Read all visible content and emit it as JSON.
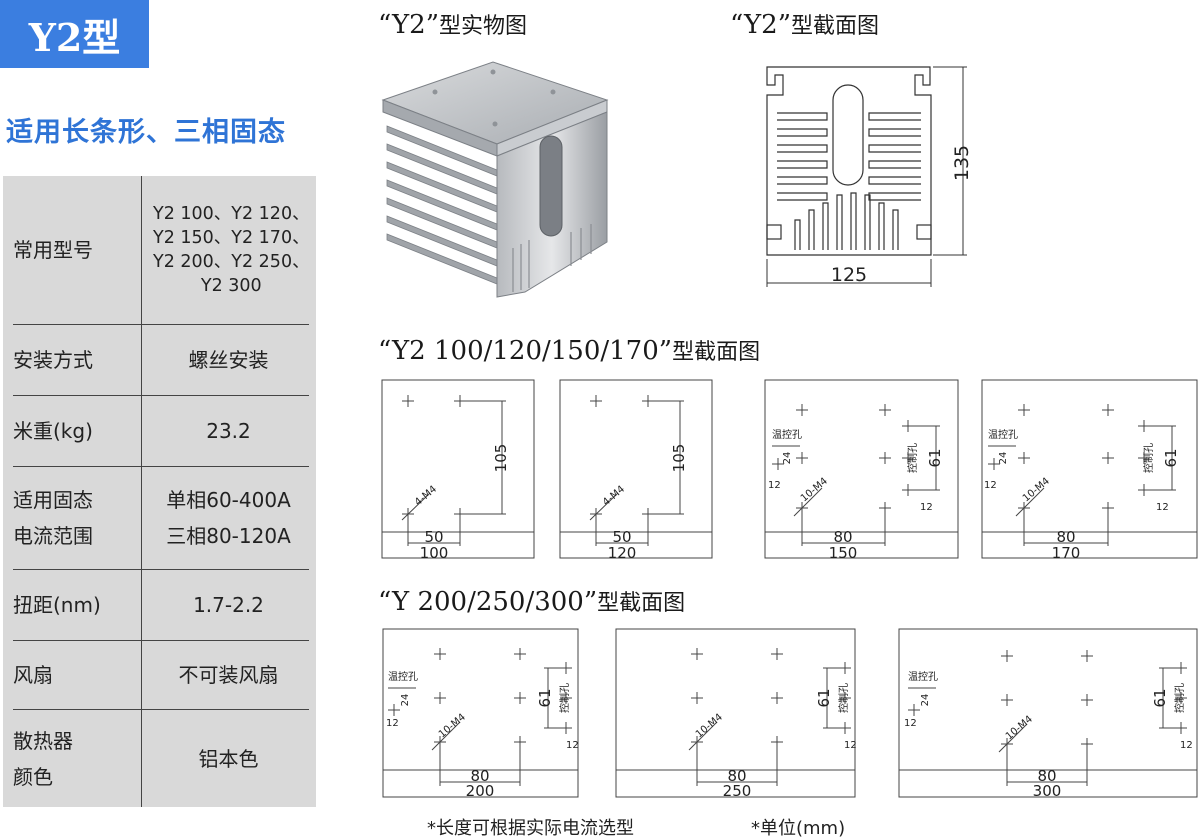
{
  "header": {
    "model_badge": "Y2型",
    "subtitle": "适用长条形、三相固态"
  },
  "spec_table": {
    "rows": [
      {
        "label": "常用型号",
        "value_lines": [
          "Y2 100、Y2 120、",
          "Y2 150、Y2 170、",
          "Y2 200、Y2 250、",
          "Y2 300"
        ]
      },
      {
        "label": "安装方式",
        "value": "螺丝安装"
      },
      {
        "label": "米重(kg)",
        "value": "23.2"
      },
      {
        "label_lines": [
          "适用固态",
          "电流范围"
        ],
        "value_lines": [
          "单相60-400A",
          "三相80-120A"
        ]
      },
      {
        "label": "扭距(nm)",
        "value": "1.7-2.2"
      },
      {
        "label": "风扇",
        "value": "不可装风扇"
      },
      {
        "label_lines": [
          "散热器",
          "颜色"
        ],
        "value": "铝本色"
      }
    ]
  },
  "sections": {
    "photo_title": {
      "quoted": "“Y2”",
      "suffix": "型实物图"
    },
    "section_title": {
      "quoted": "“Y2”",
      "suffix": "型截面图"
    },
    "group1_title": {
      "quoted": "“Y2 100/120/150/170”",
      "suffix": "型截面图"
    },
    "group2_title": {
      "quoted": "“Y 200/250/300”",
      "suffix": "型截面图"
    }
  },
  "profile": {
    "height_dim": "135",
    "width_dim": "125"
  },
  "mount_labels": {
    "thread_small": "4-M4",
    "thread_large": "10-M4",
    "temp_hole": "温控孔",
    "ctrl_hole": "控制孔",
    "dim_105": "105",
    "dim_50": "50",
    "dim_80": "80",
    "dim_61": "61",
    "dim_24": "24",
    "dim_12": "12"
  },
  "drawings": [
    {
      "length": "100"
    },
    {
      "length": "120"
    },
    {
      "length": "150"
    },
    {
      "length": "170"
    },
    {
      "length": "200"
    },
    {
      "length": "250"
    },
    {
      "length": "300"
    }
  ],
  "footer": {
    "note_length": "*长度可根据实际电流选型",
    "note_unit": "*单位(mm)"
  }
}
